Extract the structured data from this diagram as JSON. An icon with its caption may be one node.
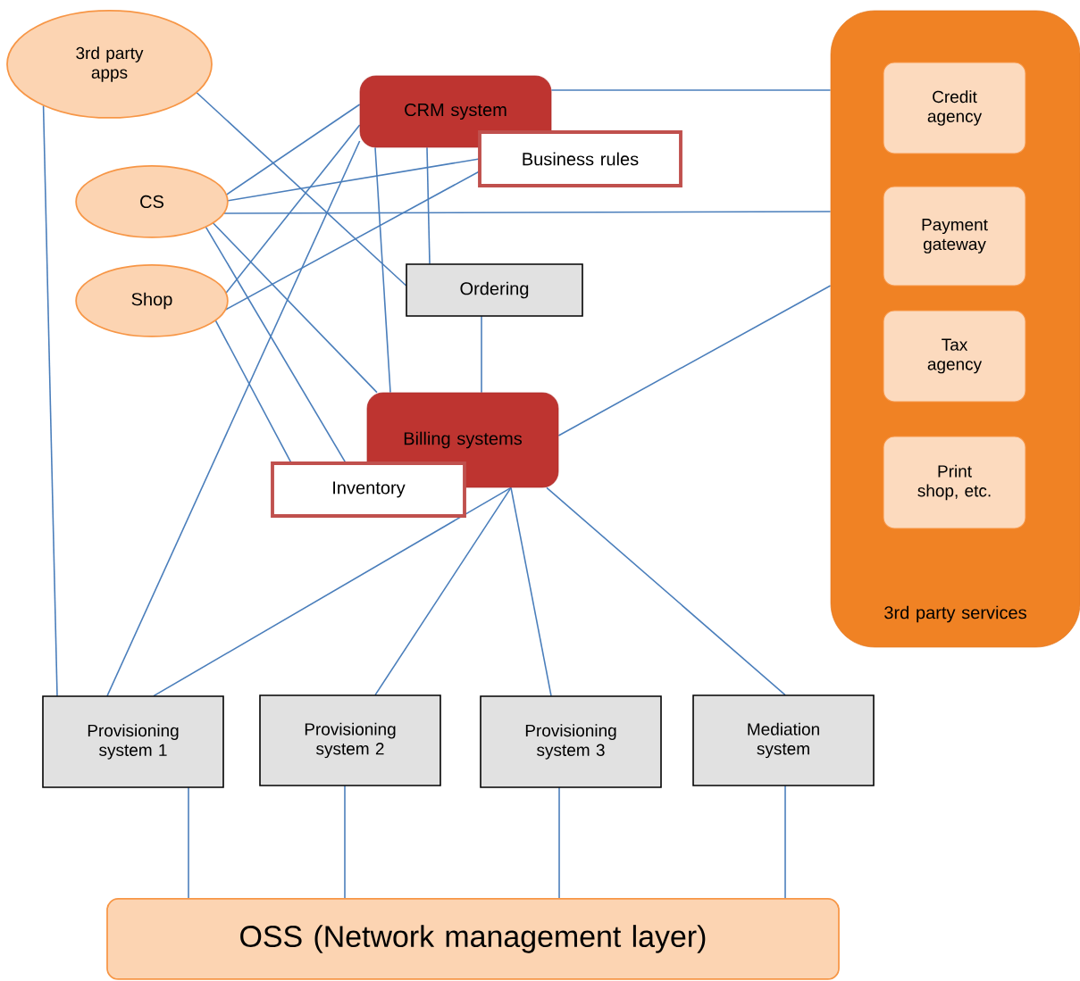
{
  "diagram": {
    "nodes": [
      {
        "text": [
          "3rd party apps"
        ]
      },
      {
        "text": [
          "CRM system"
        ]
      },
      {
        "text": [
          "Business rules"
        ]
      },
      {
        "text": [
          "CS"
        ]
      },
      {
        "text": [
          "Shop"
        ]
      },
      {
        "text": [
          "Ordering"
        ]
      },
      {
        "text": [
          "Billing systems"
        ]
      },
      {
        "text": [
          "Inventory"
        ]
      },
      {
        "text": [
          "3rd party services"
        ]
      },
      {
        "text": [
          "Credit agency"
        ],
        "in": 8
      },
      {
        "text": [
          "Payment gateway"
        ],
        "in": 8
      },
      {
        "text": [
          "Tax agency"
        ],
        "in": 8
      },
      {
        "text": [
          "Print shop, etc."
        ],
        "in": 8
      },
      {
        "text": [
          "Provisioning system 1"
        ]
      },
      {
        "text": [
          "Provisioning system 2"
        ]
      },
      {
        "text": [
          "Provisioning system 3"
        ]
      },
      {
        "text": [
          "Mediation system"
        ]
      },
      {
        "text": [
          "OSS (Network management layer)"
        ]
      }
    ],
    "edges": [
      {
        "from": 0,
        "to": 13,
        "arrow": "none"
      },
      {
        "from": 0,
        "to": 5,
        "arrow": "none"
      },
      {
        "from": 1,
        "to": 8,
        "arrow": "none"
      },
      {
        "from": 3,
        "to": 1,
        "arrow": "none"
      },
      {
        "from": 4,
        "to": 1,
        "arrow": "none"
      },
      {
        "from": 13,
        "to": 1,
        "arrow": "none"
      },
      {
        "from": 1,
        "to": 6,
        "arrow": "none"
      },
      {
        "from": 1,
        "to": 5,
        "arrow": "none"
      },
      {
        "from": 3,
        "to": 2,
        "arrow": "none"
      },
      {
        "from": 4,
        "to": 2,
        "arrow": "none"
      },
      {
        "from": 3,
        "to": 8,
        "arrow": "none"
      },
      {
        "from": 3,
        "to": 6,
        "arrow": "none"
      },
      {
        "from": 3,
        "to": 7,
        "arrow": "none"
      },
      {
        "from": 4,
        "to": 7,
        "arrow": "none"
      },
      {
        "from": 5,
        "to": 6,
        "arrow": "none"
      },
      {
        "from": 6,
        "to": 8,
        "arrow": "none"
      },
      {
        "from": 6,
        "to": 13,
        "arrow": "none"
      },
      {
        "from": 6,
        "to": 14,
        "arrow": "none"
      },
      {
        "from": 6,
        "to": 15,
        "arrow": "none"
      },
      {
        "from": 6,
        "to": 16,
        "arrow": "none"
      },
      {
        "from": 13,
        "to": 17,
        "arrow": "none"
      },
      {
        "from": 14,
        "to": 17,
        "arrow": "none"
      },
      {
        "from": 15,
        "to": 17,
        "arrow": "none"
      },
      {
        "from": 16,
        "to": 17,
        "arrow": "none"
      }
    ]
  }
}
